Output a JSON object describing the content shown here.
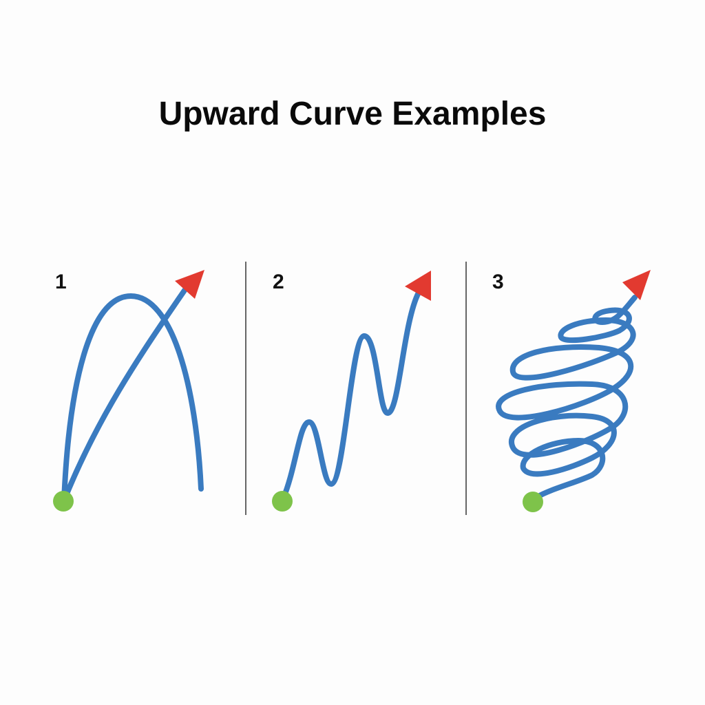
{
  "title": "Upward Curve Examples",
  "colors": {
    "curve": "#3a7bc0",
    "start": "#7ec34a",
    "arrow": "#e23a30",
    "divider": "#333333"
  },
  "panels": [
    {
      "number": "1",
      "description": "single arch curve crossing itself, ending with arrow"
    },
    {
      "number": "2",
      "description": "zigzag oscillating curve rising to arrow"
    },
    {
      "number": "3",
      "description": "spiral coil curve rising to arrow"
    }
  ]
}
